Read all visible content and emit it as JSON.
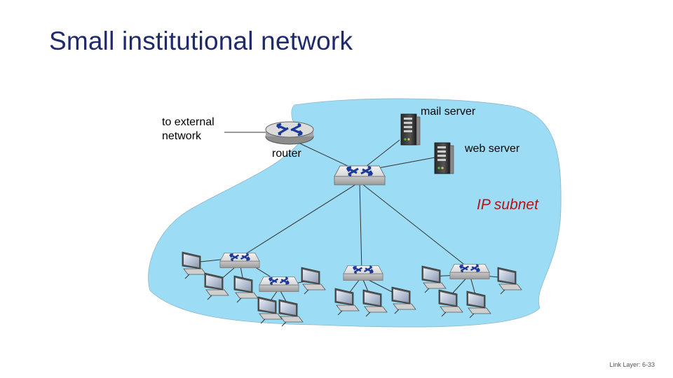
{
  "slide": {
    "title": "Small institutional network",
    "footer": "Link Layer: 6-33"
  },
  "labels": {
    "external_network": [
      "to external",
      "network"
    ],
    "router": "router",
    "mail_server": "mail server",
    "web_server": "web server",
    "subnet": "IP subnet"
  },
  "colors": {
    "title": "#1f2a6d",
    "subnet_area": "#9ddcf5",
    "subnet_label": "#b3131a"
  }
}
